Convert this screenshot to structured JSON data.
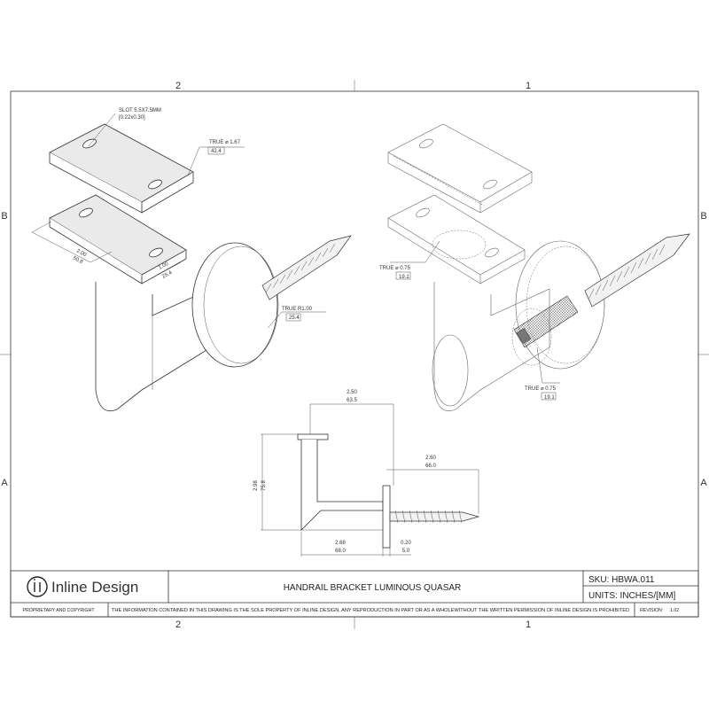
{
  "zones": {
    "top_left": "2",
    "top_right": "1",
    "bottom_left": "2",
    "bottom_right": "1",
    "left_upper": "B",
    "left_lower": "A",
    "right_upper": "B",
    "right_lower": "A"
  },
  "annotations": {
    "slot_line1": "SLOT 5.5X7.5MM",
    "slot_line2": "[0.22x0.30]",
    "true_dia_167": "TRUE ⌀ 1.67",
    "true_dia_167_mm": "42.4",
    "dim_200": "2.00",
    "dim_200_mm": "50.8",
    "dim_100": "1.00",
    "dim_100_mm": "25.4",
    "true_r100": "TRUE R1.00",
    "true_r100_mm": "25.4",
    "true_dia_075_a": "TRUE ⌀ 0.75",
    "true_dia_075_a_mm": "19.1",
    "true_dia_075_b": "TRUE ⌀ 0.75",
    "true_dia_075_b_mm": "19.1"
  },
  "side_view": {
    "dim_250": "2.50",
    "dim_250_mm": "63.5",
    "dim_260": "2.60",
    "dim_260_mm": "66.0",
    "dim_298": "2.98",
    "dim_298_mm": "75.8",
    "dim_268": "2.68",
    "dim_268_mm": "68.0",
    "dim_020": "0.20",
    "dim_020_mm": "5.0"
  },
  "title_block": {
    "logo_text": "Inline Design",
    "title": "HANDRAIL BRACKET LUMINOUS QUASAR",
    "sku": "SKU:  HBWA.011",
    "units": "UNITS: INCHES/[MM]",
    "proprietary": "PROPRIETARY AND COPYRIGHT",
    "notice": "THE INFORMATION CONTAINED IN THIS DRAWING IS THE SOLE PROPERTY OF INLINE DESIGN.  ANY REPRODUCTION IN PART OR AS A WHOLEWITHOUT THE WRITTEN PERMISSION OF INLINE DESIGN IS PROHIBITED",
    "revision_label": "REVISION:",
    "revision_value": "1.02"
  }
}
